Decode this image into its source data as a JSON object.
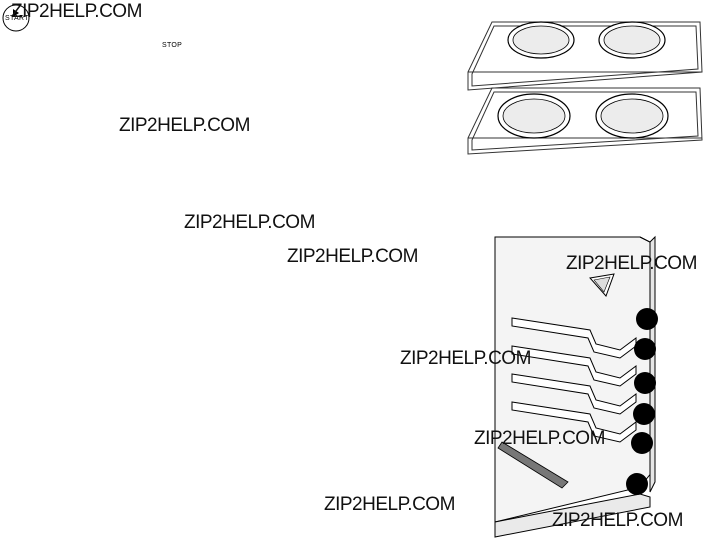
{
  "watermark": "ZIP2HELP.COM",
  "start_label": "START",
  "stop_label": "STOP"
}
